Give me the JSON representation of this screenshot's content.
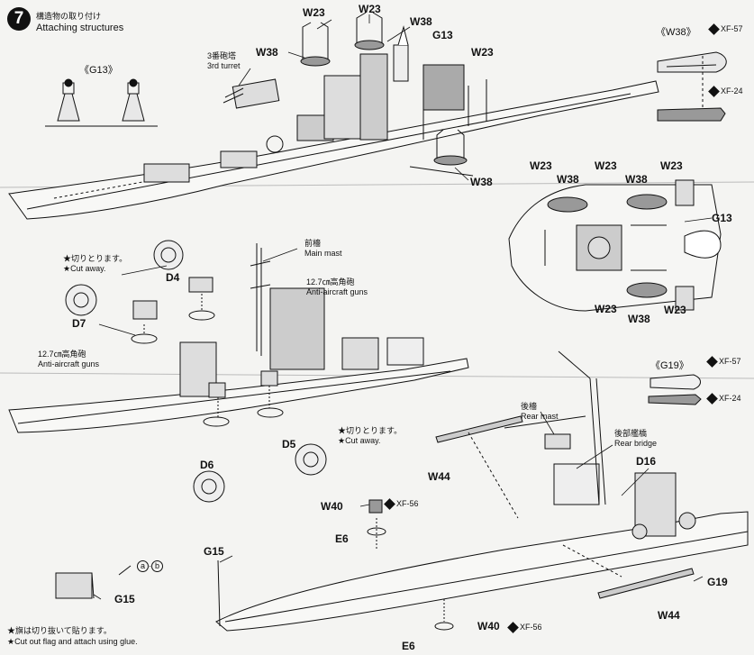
{
  "step": {
    "number": "7",
    "title_jp": "構造物の取り付け",
    "title_en": "Attaching structures"
  },
  "insets": {
    "g13": "《G13》",
    "w38": "《W38》",
    "g19": "《G19》"
  },
  "paints": {
    "xf57": "XF-57",
    "xf24": "XF-24",
    "xf56": "XF-56",
    "glue_a": "a",
    "glue_b": "b"
  },
  "notes": {
    "cut_away_jp": "★切りとります。",
    "cut_away_en": "★Cut away.",
    "flag_jp": "★旗は切り抜いて貼ります。",
    "flag_en": "★Cut out flag and attach using glue."
  },
  "callouts": {
    "third_turret_jp": "3番砲塔",
    "third_turret_en": "3rd turret",
    "main_mast_jp": "前檣",
    "main_mast_en": "Main mast",
    "aa_guns_jp": "12.7㎝高角砲",
    "aa_guns_en": "Anti-aircraft guns",
    "rear_mast_jp": "後檣",
    "rear_mast_en": "Rear mast",
    "rear_bridge_jp": "後部艦橋",
    "rear_bridge_en": "Rear bridge"
  },
  "parts": {
    "w23": "W23",
    "w38": "W38",
    "g13": "G13",
    "d4": "D4",
    "d5": "D5",
    "d6": "D6",
    "d7": "D7",
    "d16": "D16",
    "w40": "W40",
    "w44": "W44",
    "e6": "E6",
    "g15": "G15",
    "g19": "G19"
  },
  "colors": {
    "ink": "#111111",
    "paper": "#f4f4f2",
    "gray_fill": "#9a9a9a",
    "light_fill": "#d9d9d9"
  }
}
